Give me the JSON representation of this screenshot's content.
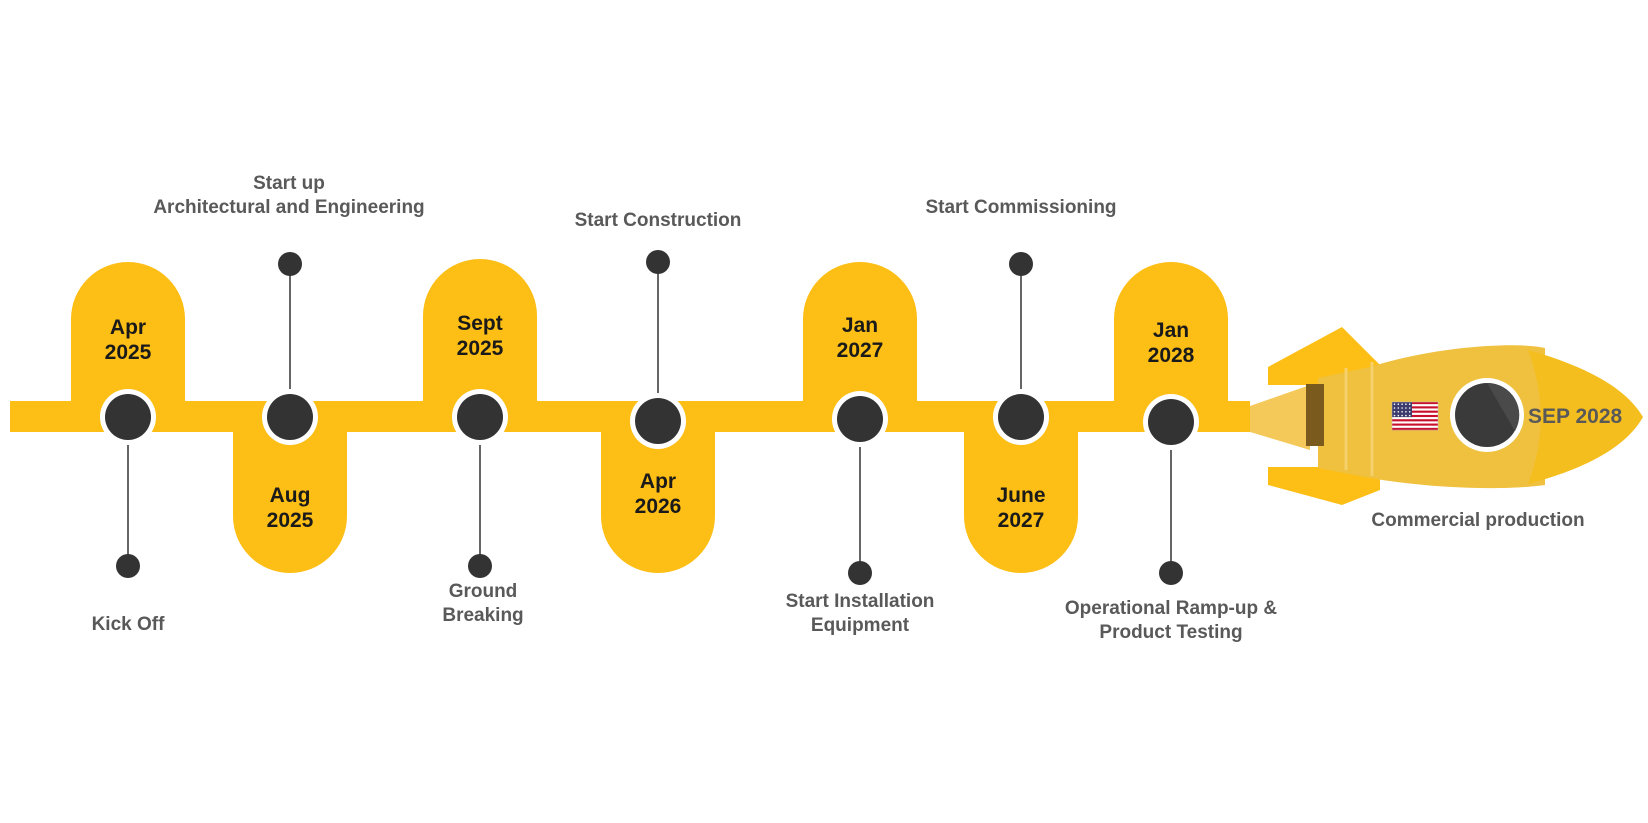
{
  "timeline": {
    "milestones": [
      {
        "date": "Apr\n2025",
        "label": "Kick Off",
        "side": "top"
      },
      {
        "date": "Aug\n2025",
        "label": "Start up\nArchitectural and Engineering",
        "side": "bottom"
      },
      {
        "date": "Sept\n2025",
        "label": "Ground\nBreaking",
        "side": "top"
      },
      {
        "date": "Apr\n2026",
        "label": "Start Construction",
        "side": "bottom"
      },
      {
        "date": "Jan\n2027",
        "label": "Start Installation\nEquipment",
        "side": "top"
      },
      {
        "date": "June\n2027",
        "label": "Start Commissioning",
        "side": "bottom"
      },
      {
        "date": "Jan\n2028",
        "label": "Operational Ramp-up &\nProduct Testing",
        "side": "top"
      }
    ],
    "final": {
      "date": "SEP 2028",
      "label": "Commercial production",
      "flag_icon": "us-flag-icon"
    }
  },
  "colors": {
    "track": "#FDBE15",
    "rocket": "#EFC13F",
    "node": "#333333",
    "label": "#595959",
    "date": "#1a1a1a"
  }
}
